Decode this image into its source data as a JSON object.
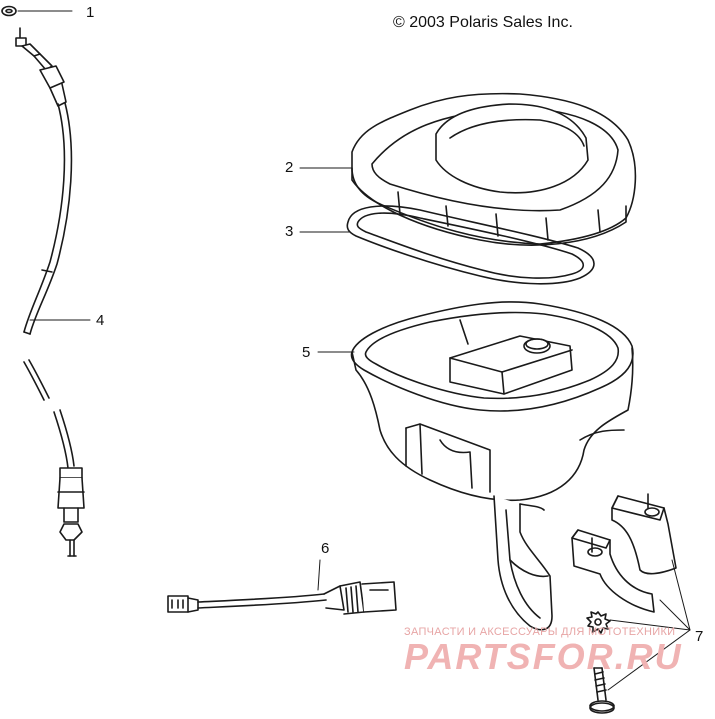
{
  "copyright": "© 2003 Polaris Sales Inc.",
  "callouts": [
    {
      "id": "1",
      "label": "1"
    },
    {
      "id": "2",
      "label": "2"
    },
    {
      "id": "3",
      "label": "3"
    },
    {
      "id": "4",
      "label": "4"
    },
    {
      "id": "5",
      "label": "5"
    },
    {
      "id": "6",
      "label": "6"
    },
    {
      "id": "7",
      "label": "7"
    }
  ],
  "watermark": {
    "tagline": "ЗАПЧАСТИ И АКСЕССУАРЫ ДЛЯ МОТОТЕХНИКИ",
    "logo": "PARTSFOR.RU"
  },
  "colors": {
    "line": "#1a1a1a",
    "watermark": "#f0b3b3"
  }
}
